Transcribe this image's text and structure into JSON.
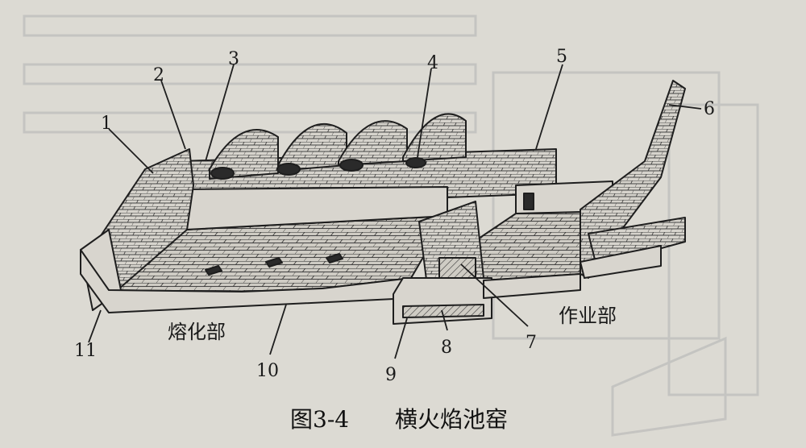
{
  "figure": {
    "caption": {
      "number": "图3-4",
      "title": "横火焰池窑"
    },
    "sections": {
      "melting": "熔化部",
      "working": "作业部"
    },
    "callouts": [
      "1",
      "2",
      "3",
      "4",
      "5",
      "6",
      "7",
      "8",
      "9",
      "10",
      "11"
    ]
  },
  "colors": {
    "paper": "#dcdad3",
    "ink": "#1e1e1e",
    "ghost_text": "#a7a9ac"
  }
}
